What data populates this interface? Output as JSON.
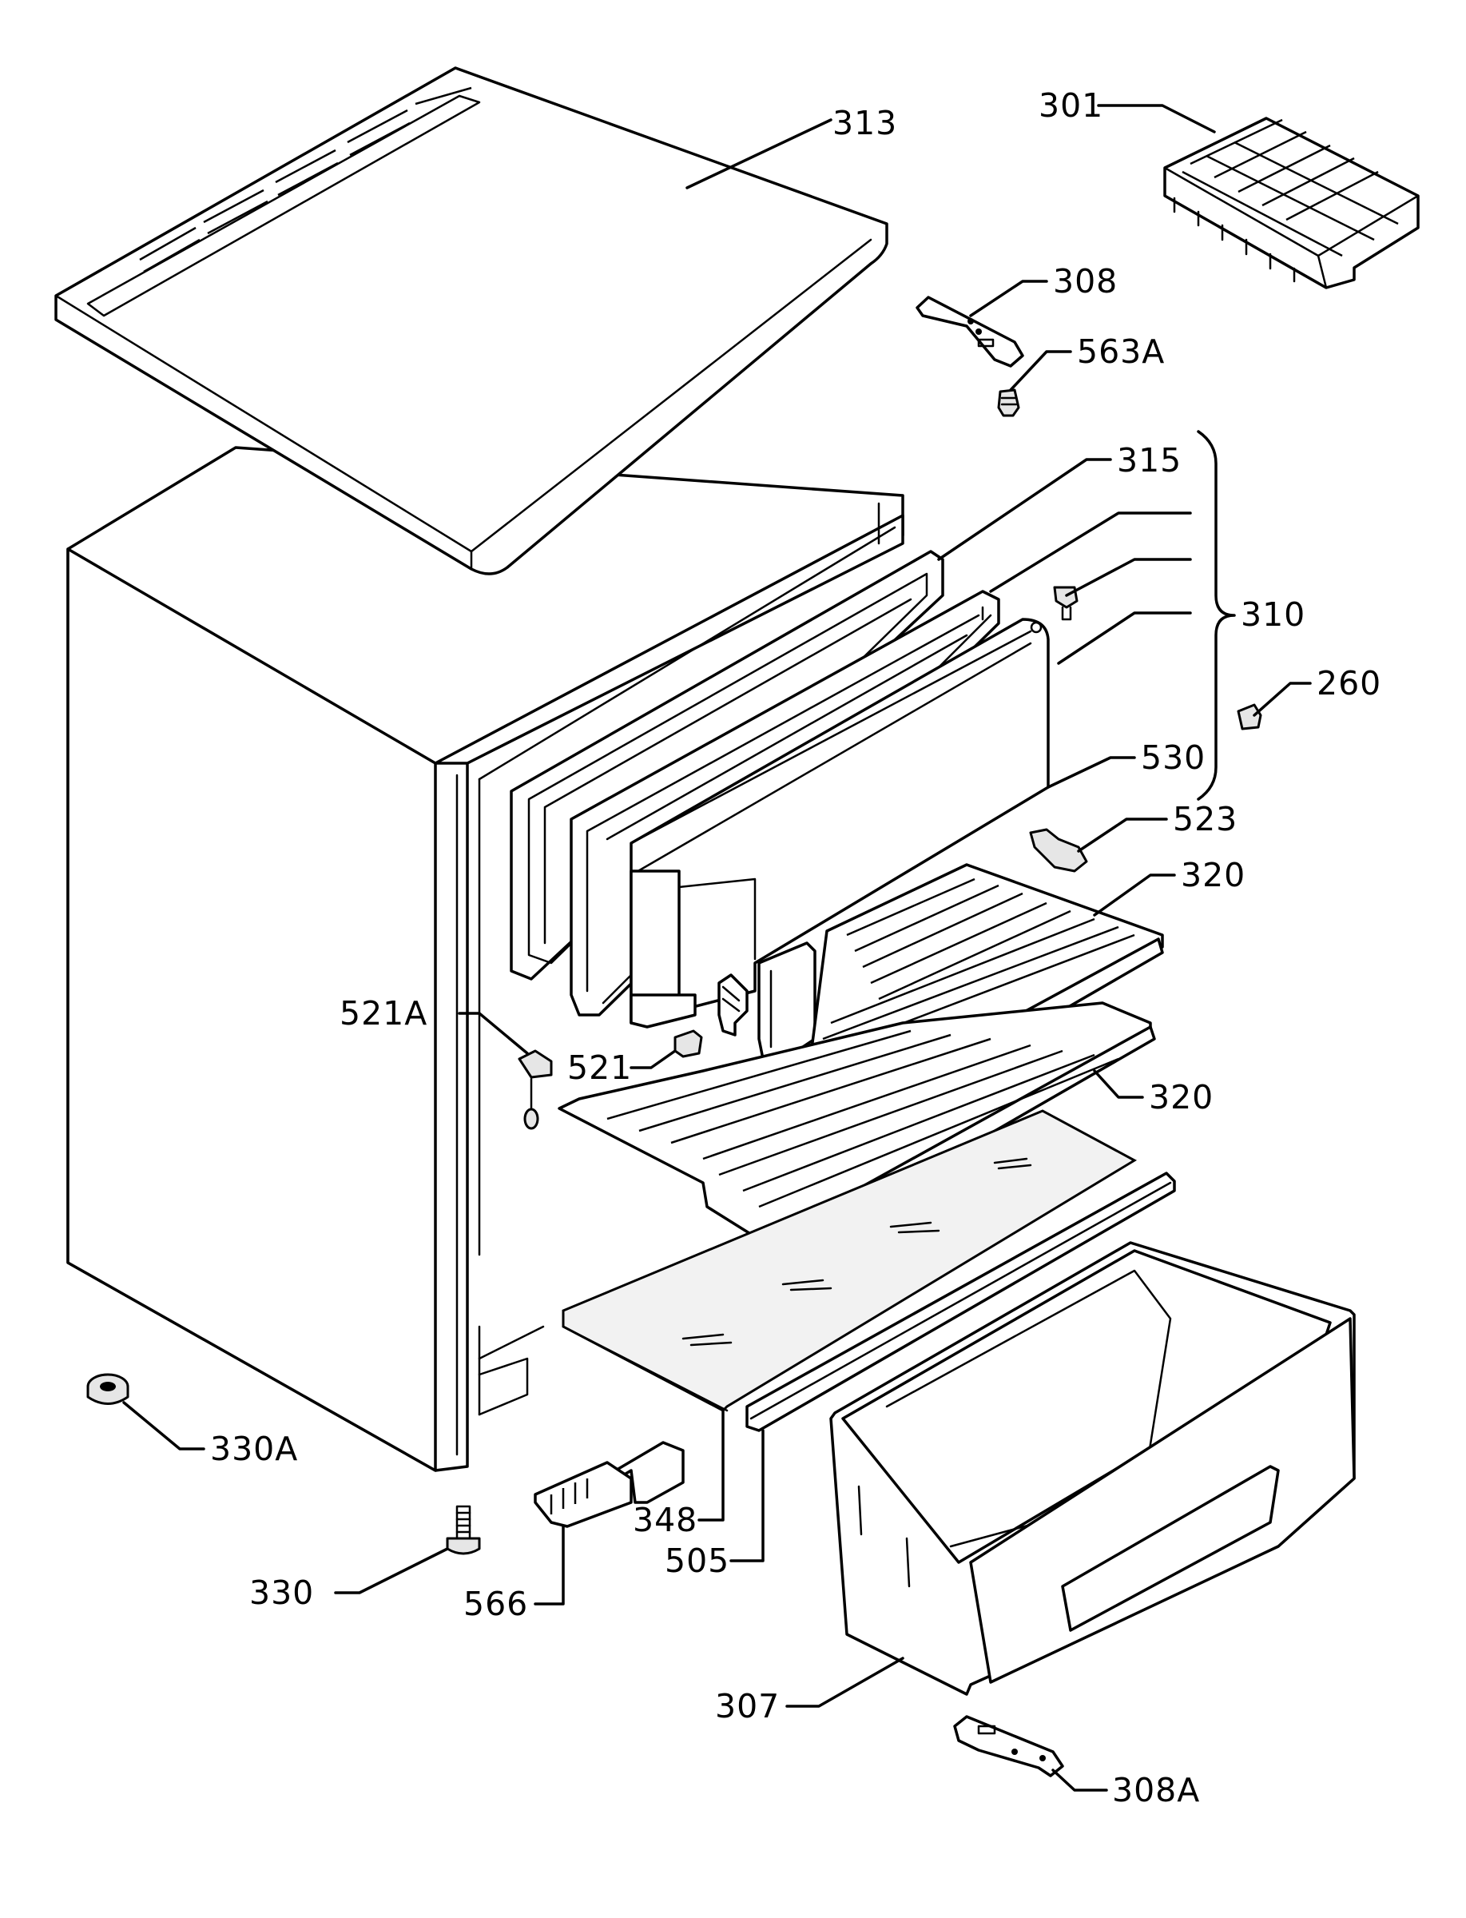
{
  "diagram": {
    "part_labels": {
      "p301": "301",
      "p313": "313",
      "p308": "308",
      "p563A": "563A",
      "p315": "315",
      "p310": "310",
      "p260": "260",
      "p530": "530",
      "p523": "523",
      "p320a": "320",
      "p521A": "521A",
      "p521": "521",
      "p320b": "320",
      "p330A": "330A",
      "p348": "348",
      "p330": "330",
      "p566": "566",
      "p505": "505",
      "p307": "307",
      "p308A": "308A"
    }
  }
}
